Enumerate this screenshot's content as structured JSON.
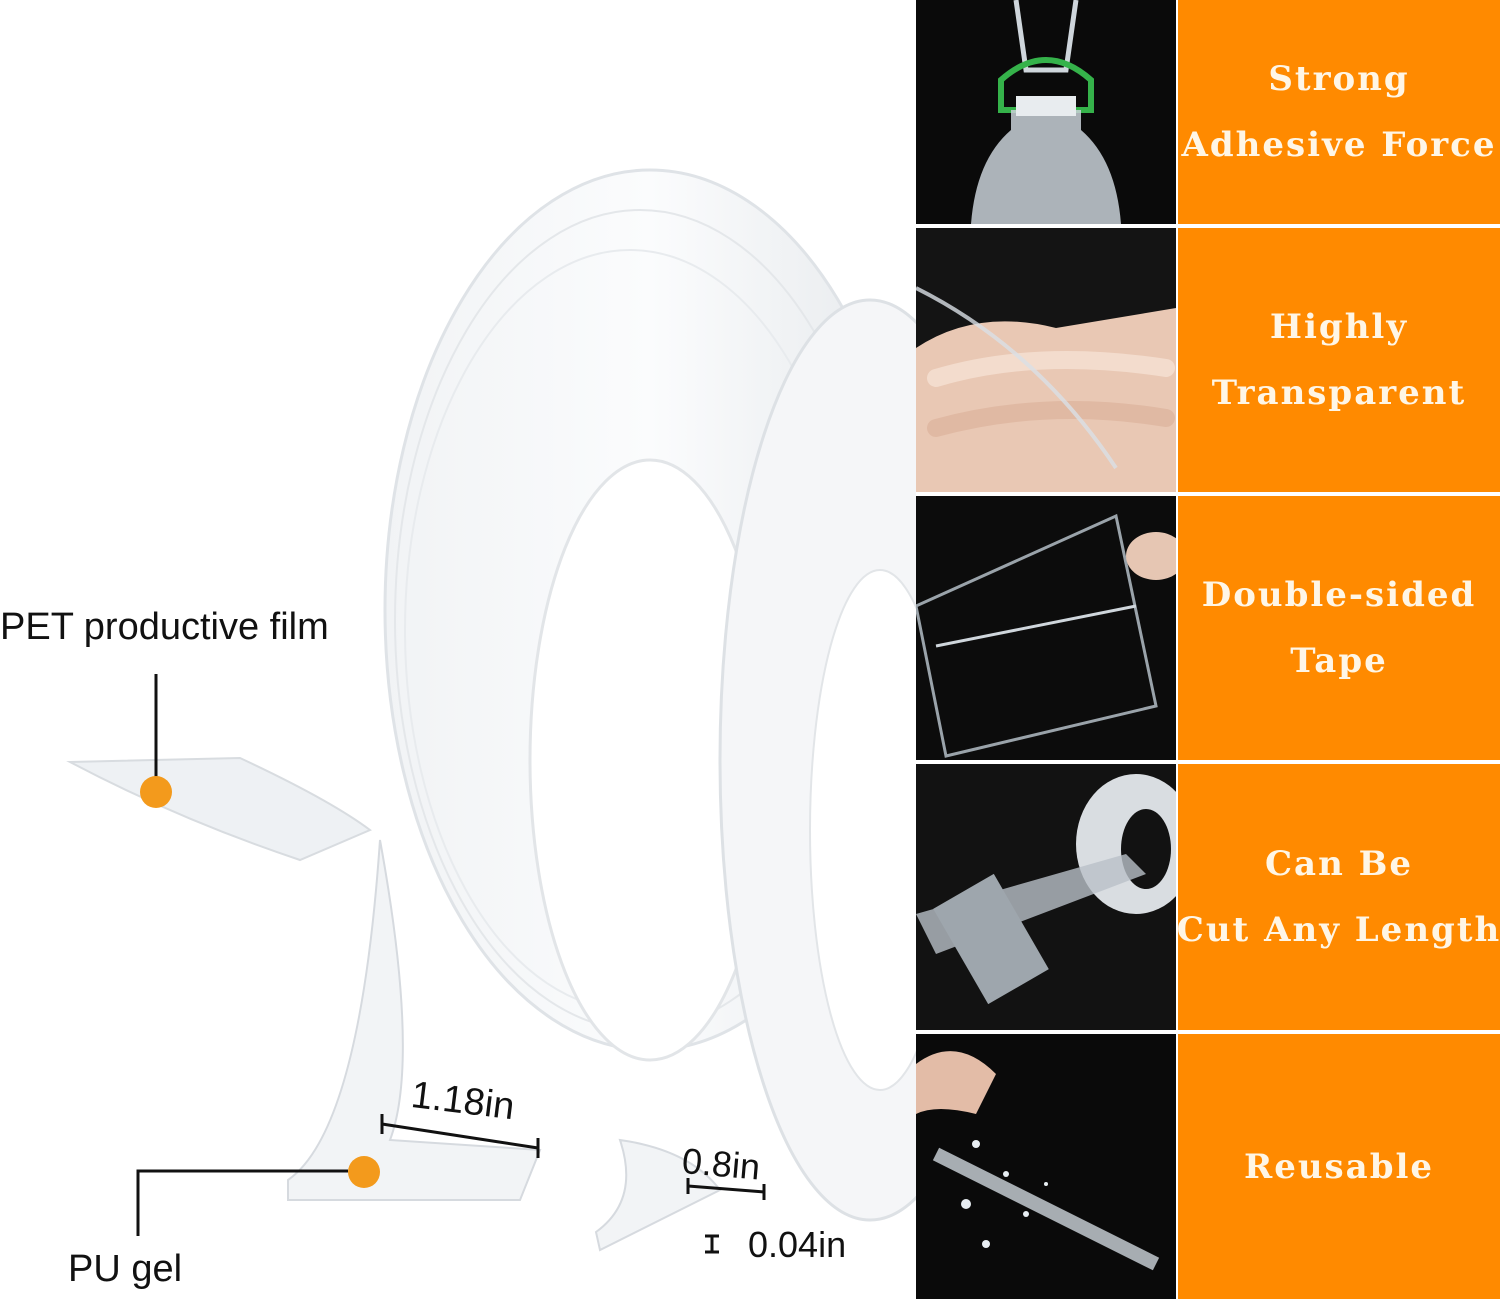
{
  "labels": {
    "pet_film": "PET productive film",
    "pu_gel": "PU gel",
    "width_large": "1.18in",
    "width_small": "0.8in",
    "thickness": "0.04in"
  },
  "colors": {
    "accent_orange": "#ff8a00",
    "dot_orange": "#f39a1c",
    "photo_background": "#0b0b0b",
    "feature_text": "#fff6e6"
  },
  "features": [
    {
      "line1": "Strong",
      "line2": "Adhesive Force",
      "icon": "water-bottle-hanging-photo"
    },
    {
      "line1": "Highly",
      "line2": "Transparent",
      "icon": "fingers-holding-tape-photo"
    },
    {
      "line1": "Double-sided",
      "line2": "Tape",
      "icon": "peeling-tape-photo"
    },
    {
      "line1": "Can Be",
      "line2": "Cut Any Length",
      "icon": "tape-roll-cut-photo"
    },
    {
      "line1": "Reusable",
      "line2": "",
      "icon": "washing-tape-photo"
    }
  ]
}
